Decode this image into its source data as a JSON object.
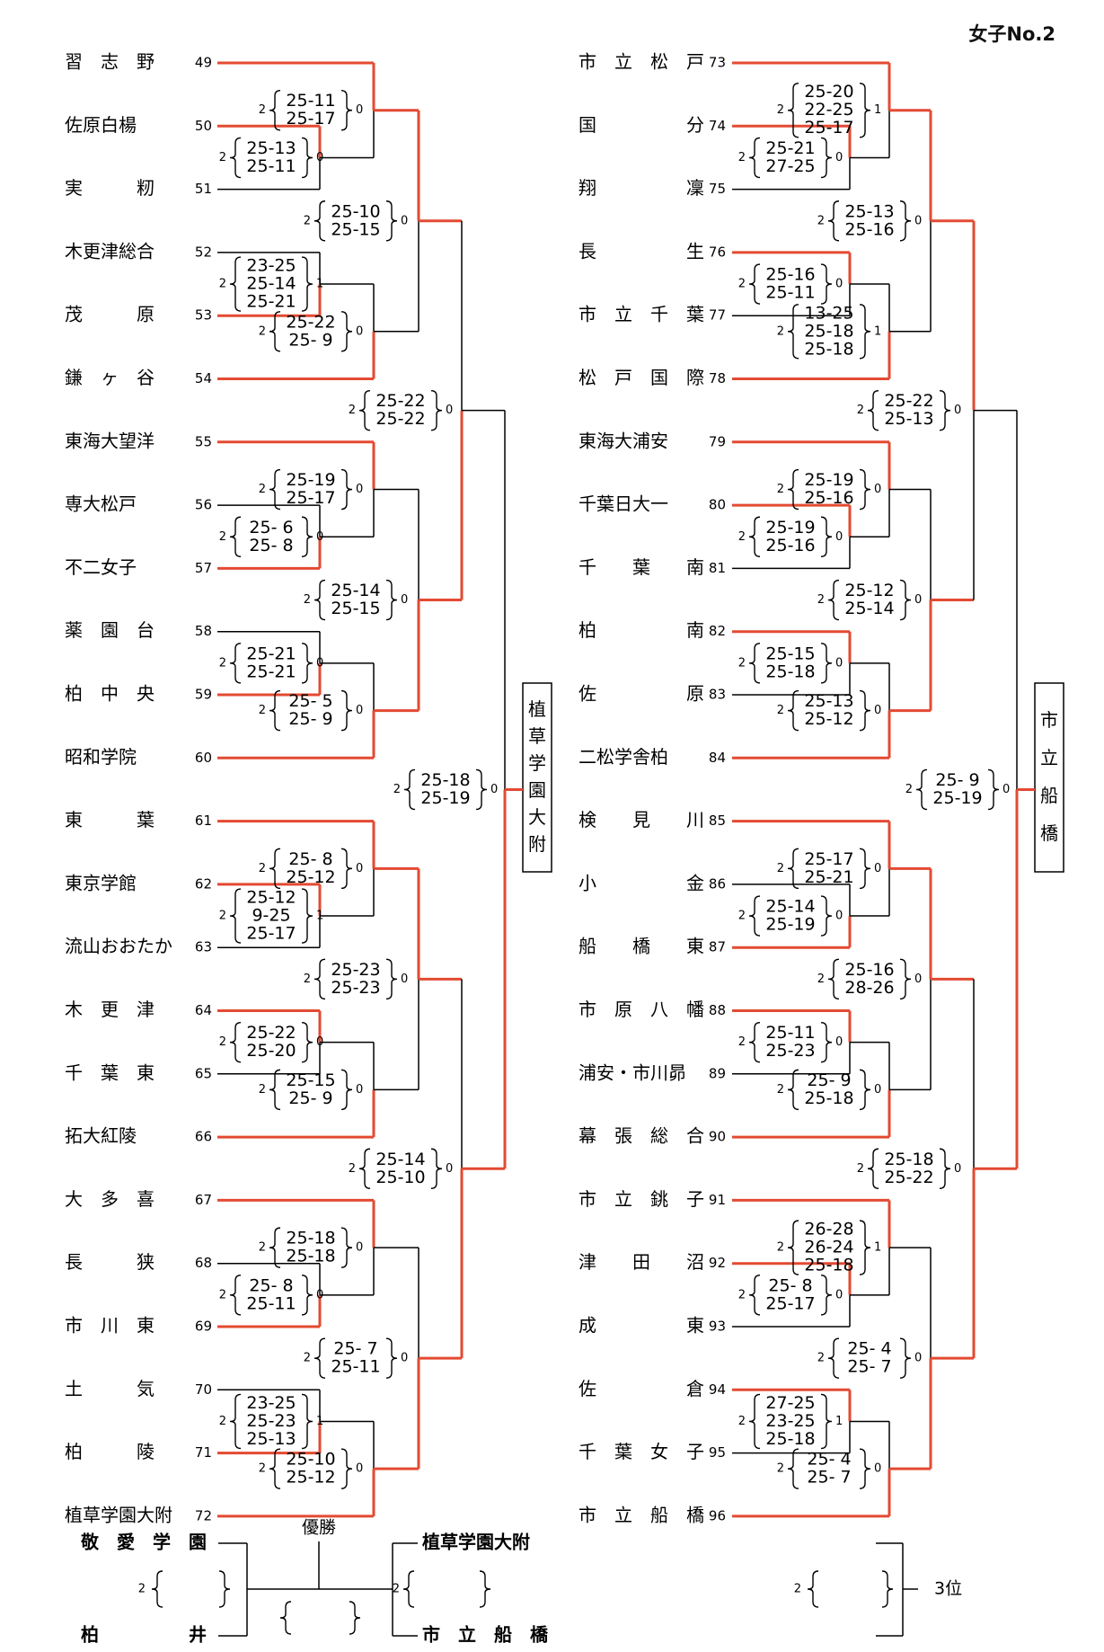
{
  "title": "女子No.2",
  "left": {
    "teams": [
      {
        "name": "習　志　野",
        "no": "49"
      },
      {
        "name": "佐原白楊",
        "no": "50"
      },
      {
        "name": "実　　　籾",
        "no": "51"
      },
      {
        "name": "木更津総合",
        "no": "52"
      },
      {
        "name": "茂　　　原",
        "no": "53"
      },
      {
        "name": "鎌　ヶ　谷",
        "no": "54"
      },
      {
        "name": "東海大望洋",
        "no": "55"
      },
      {
        "name": "専大松戸",
        "no": "56"
      },
      {
        "name": "不二女子",
        "no": "57"
      },
      {
        "name": "薬　園　台",
        "no": "58"
      },
      {
        "name": "柏　中　央",
        "no": "59"
      },
      {
        "name": "昭和学院",
        "no": "60"
      },
      {
        "name": "東　　　葉",
        "no": "61"
      },
      {
        "name": "東京学館",
        "no": "62"
      },
      {
        "name": "流山おおたか",
        "no": "63"
      },
      {
        "name": "木　更　津",
        "no": "64"
      },
      {
        "name": "千　葉　東",
        "no": "65"
      },
      {
        "name": "拓大紅陵",
        "no": "66"
      },
      {
        "name": "大　多　喜",
        "no": "67"
      },
      {
        "name": "長　　　狭",
        "no": "68"
      },
      {
        "name": "市　川　東",
        "no": "69"
      },
      {
        "name": "土　　　気",
        "no": "70"
      },
      {
        "name": "柏　　　陵",
        "no": "71"
      },
      {
        "name": "植草学園大附",
        "no": "72"
      }
    ],
    "r1": [
      {
        "sets": [
          "25-13",
          "25-11"
        ],
        "w": "2",
        "l": "0",
        "win": "top"
      },
      {
        "sets": [
          "23-25",
          "25-14",
          "25-21"
        ],
        "w": "2",
        "l": "1",
        "win": "bottom"
      },
      {
        "sets": [
          "25- 6",
          "25- 8"
        ],
        "w": "2",
        "l": "0",
        "win": "bottom"
      },
      {
        "sets": [
          "25-21",
          "25-21"
        ],
        "w": "2",
        "l": "0",
        "win": "bottom"
      },
      {
        "sets": [
          "25-12",
          "9-25",
          "25-17"
        ],
        "w": "2",
        "l": "1",
        "win": "top"
      },
      {
        "sets": [
          "25-22",
          "25-20"
        ],
        "w": "2",
        "l": "0",
        "win": "top"
      },
      {
        "sets": [
          "25- 8",
          "25-11"
        ],
        "w": "2",
        "l": "0",
        "win": "bottom"
      },
      {
        "sets": [
          "23-25",
          "25-23",
          "25-13"
        ],
        "w": "2",
        "l": "1",
        "win": "bottom"
      }
    ],
    "r2": [
      {
        "sets": [
          "25-11",
          "25-17"
        ],
        "w": "2",
        "l": "0",
        "win": "top"
      },
      {
        "sets": [
          "25-22",
          "25- 9"
        ],
        "w": "2",
        "l": "0",
        "win": "bottom"
      },
      {
        "sets": [
          "25-19",
          "25-17"
        ],
        "w": "2",
        "l": "0",
        "win": "top"
      },
      {
        "sets": [
          "25- 5",
          "25- 9"
        ],
        "w": "2",
        "l": "0",
        "win": "bottom"
      },
      {
        "sets": [
          "25- 8",
          "25-12"
        ],
        "w": "2",
        "l": "0",
        "win": "top"
      },
      {
        "sets": [
          "25-15",
          "25- 9"
        ],
        "w": "2",
        "l": "0",
        "win": "bottom"
      },
      {
        "sets": [
          "25-18",
          "25-18"
        ],
        "w": "2",
        "l": "0",
        "win": "top"
      },
      {
        "sets": [
          "25-10",
          "25-12"
        ],
        "w": "2",
        "l": "0",
        "win": "bottom"
      }
    ],
    "r3": [
      {
        "sets": [
          "25-10",
          "25-15"
        ],
        "w": "2",
        "l": "0",
        "win": "top"
      },
      {
        "sets": [
          "25-14",
          "25-15"
        ],
        "w": "2",
        "l": "0",
        "win": "bottom"
      },
      {
        "sets": [
          "25-23",
          "25-23"
        ],
        "w": "2",
        "l": "0",
        "win": "top"
      },
      {
        "sets": [
          "25- 7",
          "25-11"
        ],
        "w": "2",
        "l": "0",
        "win": "bottom"
      }
    ],
    "r4": [
      {
        "sets": [
          "25-22",
          "25-22"
        ],
        "w": "2",
        "l": "0",
        "win": "bottom"
      },
      {
        "sets": [
          "25-14",
          "25-10"
        ],
        "w": "2",
        "l": "0",
        "win": "bottom"
      }
    ],
    "r5": [
      {
        "sets": [
          "25-18",
          "25-19"
        ],
        "w": "2",
        "l": "0",
        "win": "bottom"
      }
    ],
    "winner": "植草学園大附"
  },
  "right": {
    "teams": [
      {
        "name": "市　立　松　戸",
        "no": "73"
      },
      {
        "name": "国　　　　　分",
        "no": "74"
      },
      {
        "name": "翔　　　　　凜",
        "no": "75"
      },
      {
        "name": "長　　　　　生",
        "no": "76"
      },
      {
        "name": "市　立　千　葉",
        "no": "77"
      },
      {
        "name": "松　戸　国　際",
        "no": "78"
      },
      {
        "name": "東海大浦安",
        "no": "79"
      },
      {
        "name": "千葉日大一",
        "no": "80"
      },
      {
        "name": "千　　葉　　南",
        "no": "81"
      },
      {
        "name": "柏　　　　　南",
        "no": "82"
      },
      {
        "name": "佐　　　　　原",
        "no": "83"
      },
      {
        "name": "二松学舎柏",
        "no": "84"
      },
      {
        "name": "検　　見　　川",
        "no": "85"
      },
      {
        "name": "小　　　　　金",
        "no": "86"
      },
      {
        "name": "船　　橋　　東",
        "no": "87"
      },
      {
        "name": "市　原　八　幡",
        "no": "88"
      },
      {
        "name": "浦安・市川昴",
        "no": "89"
      },
      {
        "name": "幕　張　総　合",
        "no": "90"
      },
      {
        "name": "市　立　銚　子",
        "no": "91"
      },
      {
        "name": "津　　田　　沼",
        "no": "92"
      },
      {
        "name": "成　　　　　東",
        "no": "93"
      },
      {
        "name": "佐　　　　　倉",
        "no": "94"
      },
      {
        "name": "千　葉　女　子",
        "no": "95"
      },
      {
        "name": "市　立　船　橋",
        "no": "96"
      }
    ],
    "r1": [
      {
        "sets": [
          "25-21",
          "27-25"
        ],
        "w": "2",
        "l": "0",
        "win": "top"
      },
      {
        "sets": [
          "25-16",
          "25-11"
        ],
        "w": "2",
        "l": "0",
        "win": "top"
      },
      {
        "sets": [
          "25-19",
          "25-16"
        ],
        "w": "2",
        "l": "0",
        "win": "top"
      },
      {
        "sets": [
          "25-15",
          "25-18"
        ],
        "w": "2",
        "l": "0",
        "win": "top"
      },
      {
        "sets": [
          "25-14",
          "25-19"
        ],
        "w": "2",
        "l": "0",
        "win": "bottom"
      },
      {
        "sets": [
          "25-11",
          "25-23"
        ],
        "w": "2",
        "l": "0",
        "win": "top"
      },
      {
        "sets": [
          "25- 8",
          "25-17"
        ],
        "w": "2",
        "l": "0",
        "win": "top"
      },
      {
        "sets": [
          "27-25",
          "23-25",
          "25-18"
        ],
        "w": "2",
        "l": "1",
        "win": "top"
      }
    ],
    "r2": [
      {
        "sets": [
          "25-20",
          "22-25",
          "25-17"
        ],
        "w": "2",
        "l": "1",
        "win": "top"
      },
      {
        "sets": [
          "13-25",
          "25-18",
          "25-18"
        ],
        "w": "2",
        "l": "1",
        "win": "bottom"
      },
      {
        "sets": [
          "25-19",
          "25-16"
        ],
        "w": "2",
        "l": "0",
        "win": "top"
      },
      {
        "sets": [
          "25-13",
          "25-12"
        ],
        "w": "2",
        "l": "0",
        "win": "bottom"
      },
      {
        "sets": [
          "25-17",
          "25-21"
        ],
        "w": "2",
        "l": "0",
        "win": "top"
      },
      {
        "sets": [
          "25- 9",
          "25-18"
        ],
        "w": "2",
        "l": "0",
        "win": "bottom"
      },
      {
        "sets": [
          "26-28",
          "26-24",
          "25-18"
        ],
        "w": "2",
        "l": "1",
        "win": "top"
      },
      {
        "sets": [
          "25- 4",
          "25- 7"
        ],
        "w": "2",
        "l": "0",
        "win": "bottom"
      }
    ],
    "r3": [
      {
        "sets": [
          "25-13",
          "25-16"
        ],
        "w": "2",
        "l": "0",
        "win": "top"
      },
      {
        "sets": [
          "25-12",
          "25-14"
        ],
        "w": "2",
        "l": "0",
        "win": "bottom"
      },
      {
        "sets": [
          "25-16",
          "28-26"
        ],
        "w": "2",
        "l": "0",
        "win": "top"
      },
      {
        "sets": [
          "25- 4",
          "25- 7"
        ],
        "w": "2",
        "l": "0",
        "win": "bottom"
      }
    ],
    "r4": [
      {
        "sets": [
          "25-22",
          "25-13"
        ],
        "w": "2",
        "l": "0",
        "win": "top"
      },
      {
        "sets": [
          "25-18",
          "25-22"
        ],
        "w": "2",
        "l": "0",
        "win": "bottom"
      }
    ],
    "r5": [
      {
        "sets": [
          "25- 9",
          "25-19"
        ],
        "w": "2",
        "l": "0",
        "win": "bottom"
      }
    ],
    "winner": "市　立　船　橋"
  },
  "finals": {
    "champion_label": "優勝",
    "semi1_top": "敬　愛　学　園",
    "semi1_bottom": "柏　　　　　井",
    "semi1_w": "2",
    "semi2_top": "植草学園大附",
    "semi2_bottom": "市　立　船　橋",
    "semi2_w": "2",
    "third_w": "2",
    "third_label": "3位"
  },
  "colors": {
    "win": "#e34a32",
    "line": "#000000"
  }
}
